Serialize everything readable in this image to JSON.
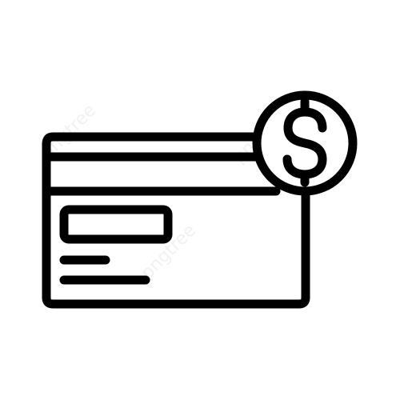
{
  "icon": {
    "name": "credit-card-payment-icon",
    "stroke_color": "#000000",
    "background_color": "#ffffff",
    "parts": [
      "card-outline",
      "magnetic-stripe",
      "chip-box",
      "short-text-line",
      "long-text-line",
      "coin-circle",
      "dollar-sign"
    ]
  },
  "dollar_glyph": "$",
  "watermark": {
    "text": "pngtree",
    "color": "#e6e6e6"
  }
}
